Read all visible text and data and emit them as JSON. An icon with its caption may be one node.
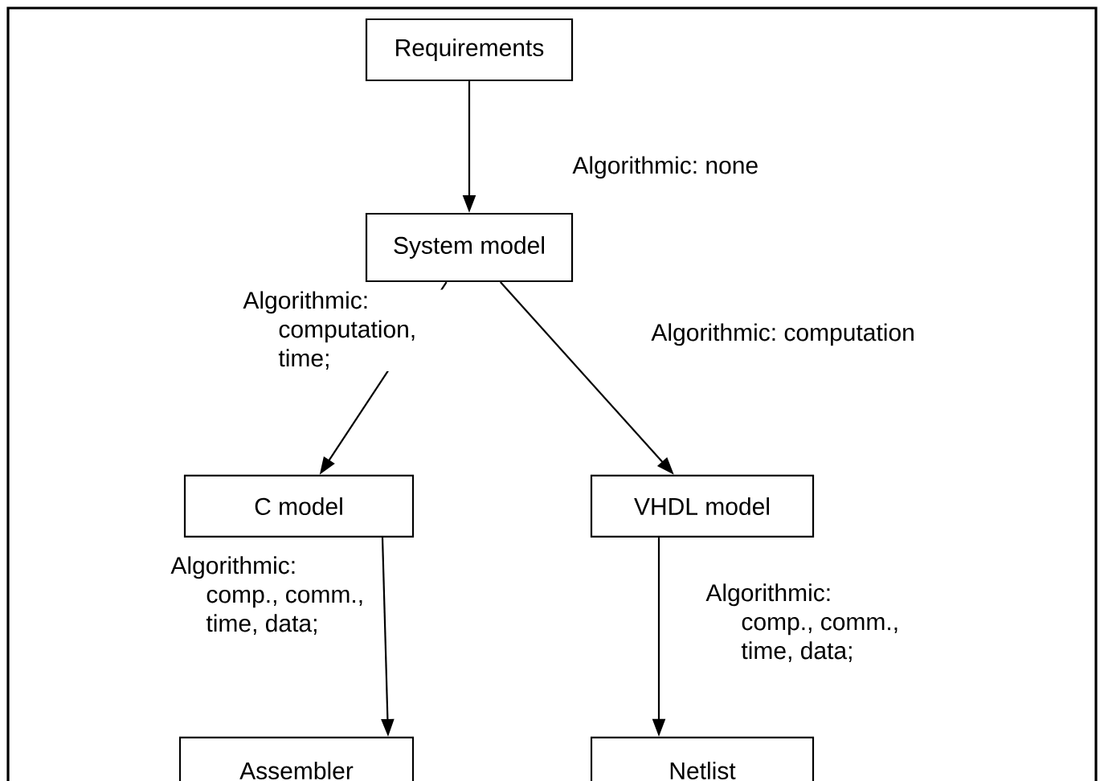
{
  "diagram": {
    "nodes": [
      {
        "text": [
          "Requirements"
        ]
      },
      {
        "text": [
          "System model"
        ]
      },
      {
        "text": [
          "C model"
        ]
      },
      {
        "text": [
          "VHDL model"
        ]
      },
      {
        "text": [
          "Assembler"
        ]
      },
      {
        "text": [
          "Netlist"
        ]
      }
    ],
    "edges": [
      {
        "from": 0,
        "to": 1,
        "arrow": "to",
        "label": "Algorithmic: none"
      },
      {
        "from": 1,
        "to": 2,
        "arrow": "to",
        "label": "Algorithmic: computation, time;"
      },
      {
        "from": 1,
        "to": 3,
        "arrow": "to",
        "label": "Algorithmic: computation"
      },
      {
        "from": 2,
        "to": 4,
        "arrow": "to",
        "label": "Algorithmic: comp., comm., time, data;"
      },
      {
        "from": 3,
        "to": 5,
        "arrow": "to",
        "label": "Algorithmic: comp., comm., time, data;"
      }
    ]
  }
}
